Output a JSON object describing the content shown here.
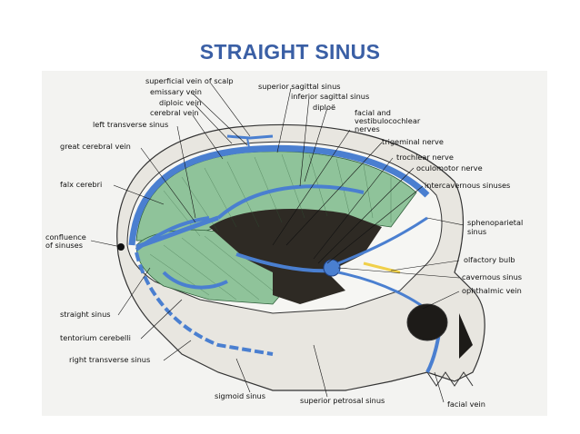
{
  "title": "STRAIGHT SINUS",
  "labels": {
    "superficial_vein_of_scalp": "superficial vein of scalp",
    "emissary_vein": "emissary vein",
    "diploic_vein": "diploic vein",
    "cerebral_vein": "cerebral vein",
    "left_transverse_sinus": "left transverse sinus",
    "great_cerebral_vein": "great cerebral vein",
    "falx_cerebri": "falx cerebri",
    "confluence_line1": "confluence",
    "confluence_line2": "of sinuses",
    "straight_sinus": "straight sinus",
    "tentorium_cerebelli": "tentorium cerebelli",
    "right_transverse_sinus": "right transverse sinus",
    "sigmoid_sinus": "sigmoid sinus",
    "superior_sagittal_sinus": "superior sagittal sinus",
    "inferior_sagittal_sinus": "inferior sagittal sinus",
    "diploe": "diploë",
    "facial_and_line1": "facial and",
    "facial_and_line2": "vestibulocochlear",
    "facial_and_line3": "nerves",
    "trigeminal_nerve": "trigeminal nerve",
    "trochlear_nerve": "trochlear nerve",
    "oculomotor_nerve": "oculomotor nerve",
    "intercavernous_sinuses": "intercavernous sinuses",
    "sphenoparietal_line1": "sphenoparietal",
    "sphenoparietal_line2": "sinus",
    "olfactory_bulb": "olfactory bulb",
    "cavernous_sinus": "cavernous sinus",
    "ophthalmic_vein": "ophthalmic vein",
    "superior_petrosal_sinus": "superior petrosal sinus",
    "facial_vein": "facial vein"
  },
  "colors": {
    "title": "#3a5fa5",
    "sinus_blue": "#4a7fd0",
    "membrane_green": "#8fc39a",
    "dark_floor": "#2e2a24",
    "bone": "#e8e6e0"
  }
}
